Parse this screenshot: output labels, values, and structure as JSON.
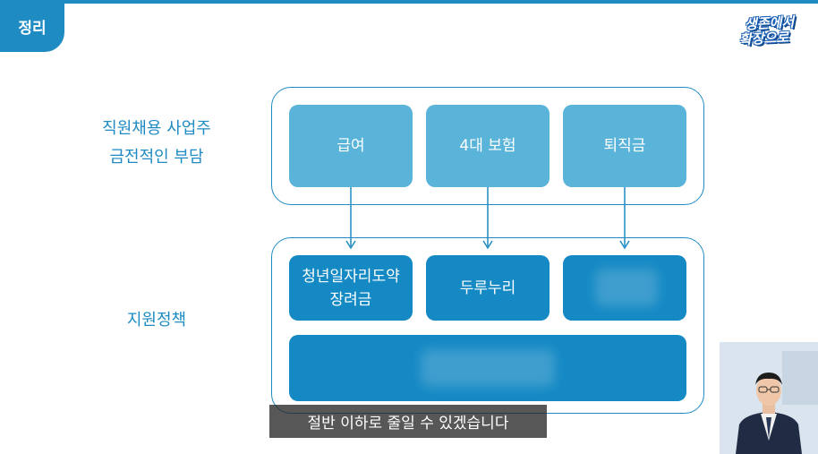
{
  "tag": "정리",
  "logo": {
    "line1": "생존에서",
    "line2": "확장으로"
  },
  "left_labels": {
    "top_line1": "직원채용 사업주",
    "top_line2": "금전적인 부담",
    "bottom": "지원정책"
  },
  "burdens": [
    "급여",
    "4대 보험",
    "퇴직금"
  ],
  "policies": {
    "p1_line1": "청년일자리도약",
    "p1_line2": "장려금",
    "p2": "두루누리",
    "p3": "",
    "wide": ""
  },
  "subtitle": "절반 이하로 줄일 수 있겠습니다",
  "colors": {
    "accent": "#1e8bc3",
    "light_box": "#5ab4d9",
    "dark_box": "#1589c4"
  }
}
